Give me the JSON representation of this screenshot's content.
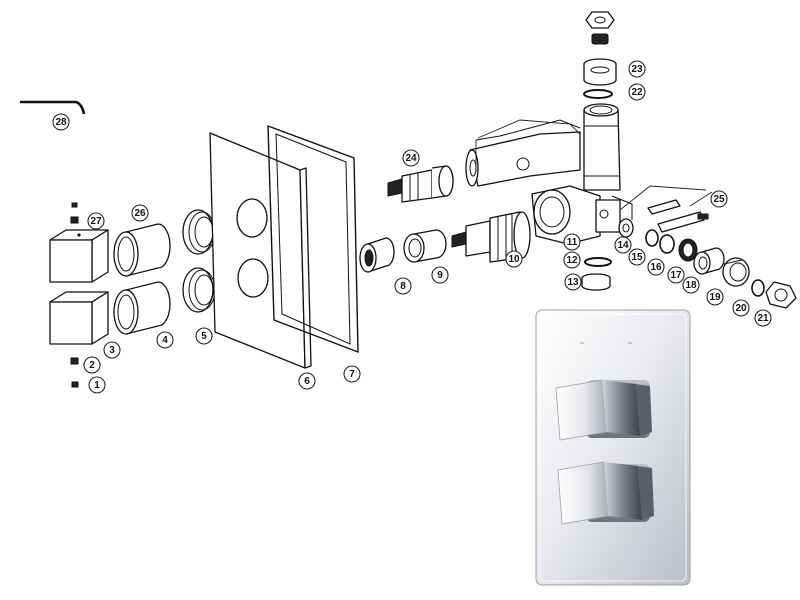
{
  "part_labels": [
    "1",
    "2",
    "3",
    "4",
    "5",
    "6",
    "7",
    "8",
    "9",
    "10",
    "11",
    "12",
    "13",
    "14",
    "15",
    "16",
    "17",
    "18",
    "19",
    "20",
    "21",
    "22",
    "23",
    "24",
    "25",
    "26",
    "27",
    "28"
  ],
  "colors": {
    "line": "#111111",
    "background": "#ffffff",
    "chrome_light": "#f4f4f6",
    "chrome_mid": "#c9ccd2",
    "chrome_dark": "#8a8e96"
  },
  "icons": {
    "exploded_view": "exploded-parts-diagram",
    "product_photo": "thermostatic-shower-valve-photo"
  }
}
